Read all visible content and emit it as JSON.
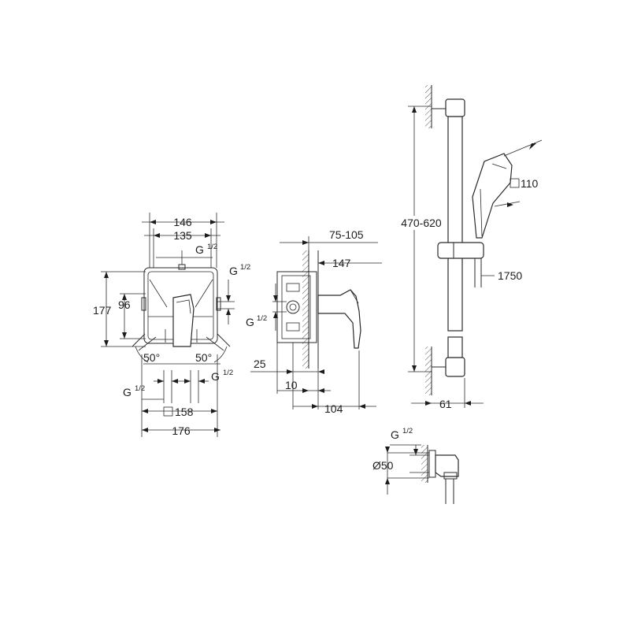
{
  "labels": {
    "width_146": "146",
    "width_135": "135",
    "thread_top_g": "G",
    "thread_top_frac": "1/2",
    "thread_right_g": "G",
    "thread_right_frac": "1/2",
    "height_177": "177",
    "height_96": "96",
    "angle_left": "50°",
    "angle_right": "50°",
    "thread_bottom_left_g": "G",
    "thread_bottom_left_frac": "1/2",
    "thread_bottom_right_g": "G",
    "thread_bottom_right_frac": "1/2",
    "square_158": "158",
    "width_176": "176",
    "depth_75_105": "75-105",
    "depth_147": "147",
    "side_thread_g": "G",
    "side_thread_frac": "1/2",
    "depth_25": "25",
    "depth_10": "10",
    "depth_104": "104",
    "rail_470_620": "470-620",
    "handshower_110": "110",
    "hose_1750": "1750",
    "wall_61": "61",
    "elbow_thread_g": "G",
    "elbow_thread_frac": "1/2",
    "elbow_dia_50": "Ø50"
  }
}
